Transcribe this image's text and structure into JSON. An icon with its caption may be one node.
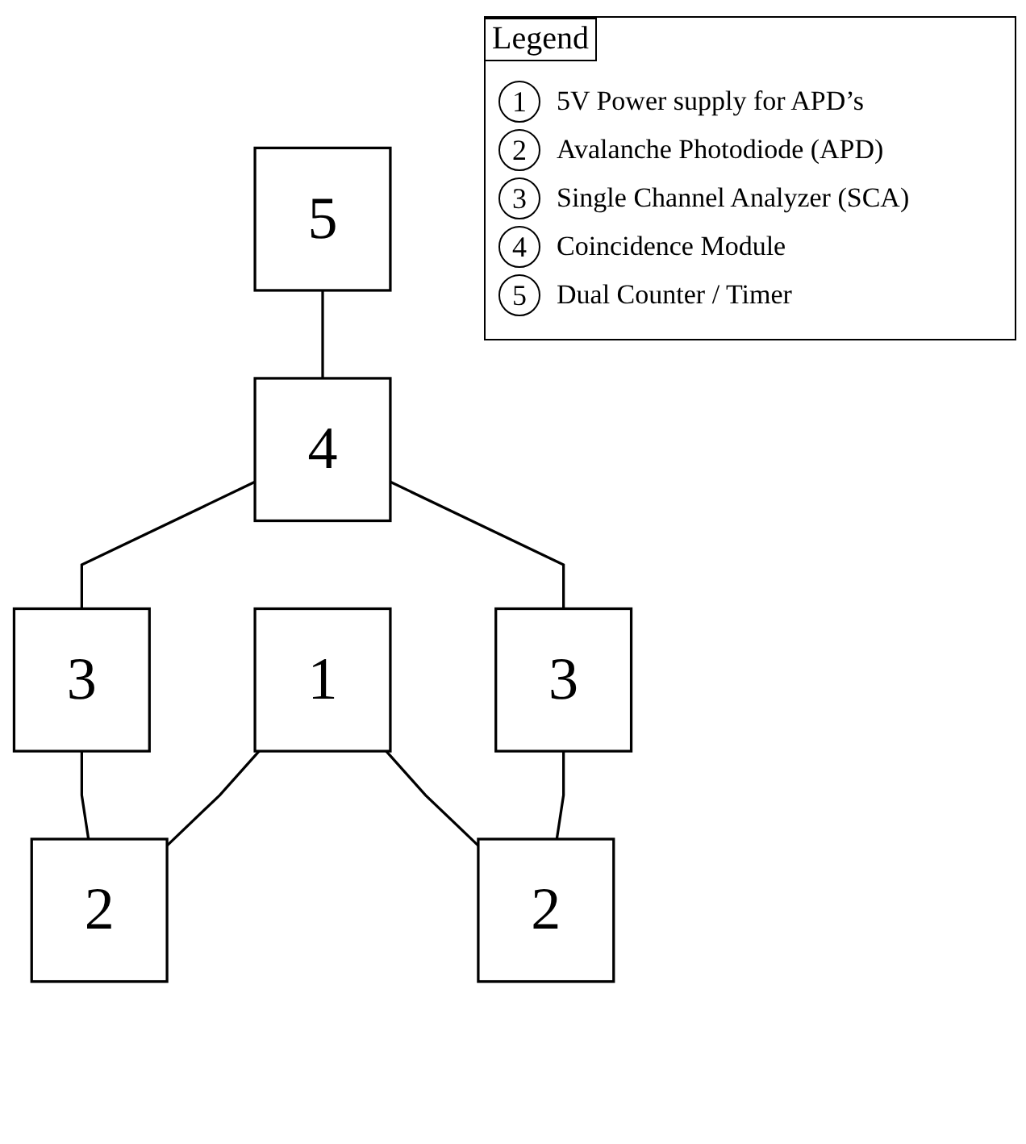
{
  "diagram": {
    "nodes": [
      {
        "text": [
          "5"
        ]
      },
      {
        "text": [
          "4"
        ]
      },
      {
        "text": [
          "3"
        ]
      },
      {
        "text": [
          "3"
        ]
      },
      {
        "text": [
          "2"
        ]
      },
      {
        "text": [
          "1"
        ]
      },
      {
        "text": [
          "2"
        ]
      }
    ],
    "edges": [
      {
        "from": 0,
        "to": 1,
        "arrow": "none"
      },
      {
        "from": 1,
        "to": 2,
        "arrow": "none"
      },
      {
        "from": 1,
        "to": 3,
        "arrow": "none"
      },
      {
        "from": 2,
        "to": 4,
        "arrow": "none"
      },
      {
        "from": 3,
        "to": 6,
        "arrow": "none"
      },
      {
        "from": 5,
        "to": 4,
        "arrow": "none"
      },
      {
        "from": 5,
        "to": 6,
        "arrow": "none"
      }
    ],
    "labels": [
      "Legend",
      "1",
      "2",
      "3",
      "4",
      "5"
    ],
    "legend": [
      {
        "text": "5V Power supply for APD’s"
      },
      {
        "text": "Avalanche Photodiode (APD)"
      },
      {
        "text": "Single Channel Analyzer (SCA)"
      },
      {
        "text": "Coincidence Module"
      },
      {
        "text": "Dual Counter / Timer"
      }
    ]
  }
}
